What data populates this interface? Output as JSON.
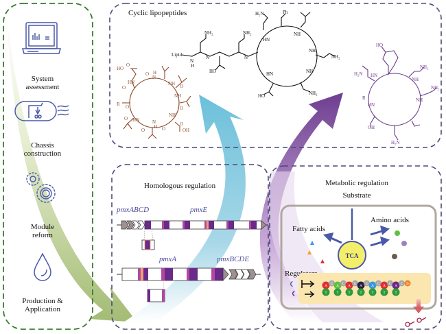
{
  "left_panel": {
    "steps": [
      {
        "label_lines": [
          "System",
          "assessment"
        ],
        "icon": "laptop-icon"
      },
      {
        "label_lines": [
          "Chassis",
          "construction"
        ],
        "icon": "bacterium-scissors-icon"
      },
      {
        "label_lines": [
          "Module",
          "reform"
        ],
        "icon": "gears-icon"
      },
      {
        "label_lines": [
          "Production &",
          "Application"
        ],
        "icon": "droplet-icon"
      }
    ],
    "colors": {
      "border": "#3a7a30",
      "arrow": "#a9c07a",
      "icon": "#4a5aa8"
    }
  },
  "top_panel": {
    "title": "Cyclic lipopeptides",
    "molecules": [
      {
        "name": "brown-cyclic-lipopeptide",
        "color": "#8b4a2a",
        "labels": [
          "HO",
          "O",
          "HN",
          "O",
          "R",
          "O",
          "O",
          "HN",
          "N",
          "H",
          "O",
          "H",
          "N",
          "O",
          "NH",
          "O",
          "NH",
          "O",
          "NH",
          "O",
          "OH",
          "O"
        ]
      },
      {
        "name": "polymyxin-lipopeptide",
        "color": "#111111",
        "labels": [
          "Lipid",
          "N",
          "H",
          "NH2",
          "H2N",
          "Ph",
          "HO",
          "NH2",
          "NH2",
          "NH2",
          "HO",
          "HN",
          "NH",
          "NH"
        ]
      },
      {
        "name": "purple-cyclic-lipopeptide",
        "color": "#6a3a8a",
        "labels": [
          "HO",
          "H2N",
          "NH2",
          "R",
          "NH2",
          "OH",
          "H2N",
          "O"
        ]
      }
    ],
    "border_color": "#4a4a7a"
  },
  "homologous_panel": {
    "title": "Homologous regulation",
    "genes_top": [
      "pmxABCD",
      "pmxE"
    ],
    "genes_bottom": [
      "pmxA",
      "pmxBCDE"
    ],
    "colors": {
      "module": "#6a2a8a",
      "accent_pink": "#b04aa0",
      "accent_orange": "#f0a070",
      "arrow_gray": "#a09090"
    }
  },
  "metabolic_panel": {
    "title": "Metabolic regulation",
    "substrate_label": "Substrate",
    "fatty_acids_label": "Fatty acids",
    "amino_acids_label": "Amino acids",
    "tca_label": "TCA",
    "regulators_label": "Regulators",
    "dna_top_letters": [
      "A",
      "C",
      "A",
      "C",
      "A",
      "C",
      "A",
      "C",
      "A",
      "C",
      "A",
      "C",
      "A",
      "C",
      "Te"
    ],
    "dna_bottom_letters": [
      "T",
      "T",
      "T",
      "T",
      "T",
      "T",
      "T"
    ],
    "colors": {
      "tca_fill": "#f4ef6a",
      "tca_ring": "#4a5aa8",
      "dna_box": "#fbe6b0",
      "cell_border": "#b0a8a0"
    }
  },
  "flow_arrows": {
    "blue": "#6cc0da",
    "purple": "#7a4a98",
    "green": "#9ab86a"
  }
}
